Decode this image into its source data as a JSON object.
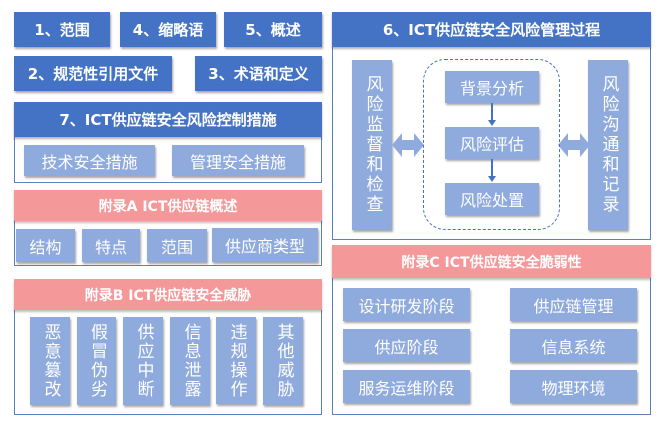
{
  "top_sections": {
    "s1": "1、范围",
    "s4": "4、缩略语",
    "s5": "5、概述",
    "s2": "2、规范性引用文件",
    "s3": "3、术语和定义"
  },
  "section7": {
    "title": "7、ICT供应链安全风险控制措施",
    "items": [
      "技术安全措施",
      "管理安全措施"
    ]
  },
  "appendixA": {
    "title": "附录A  ICT供应链概述",
    "items": [
      "结构",
      "特点",
      "范围",
      "供应商类型"
    ]
  },
  "appendixB": {
    "title": "附录B  ICT供应链安全威胁",
    "items": [
      "恶意篡改",
      "假冒伪劣",
      "供应中断",
      "信息泄露",
      "违规操作",
      "其他威胁"
    ]
  },
  "section6": {
    "title": "6、ICT供应链安全风险管理过程",
    "left": "风险监督和检查",
    "right": "风险沟通和记录",
    "process": [
      "背景分析",
      "风险评估",
      "风险处置"
    ],
    "left_arrow_icon": "double-arrow-icon",
    "right_arrow_icon": "double-arrow-icon"
  },
  "appendixC": {
    "title": "附录C  ICT供应链安全脆弱性",
    "left_items": [
      "设计研发阶段",
      "供应阶段",
      "服务运维阶段"
    ],
    "right_items": [
      "供应链管理",
      "信息系统",
      "物理环境"
    ]
  },
  "colors": {
    "primary_blue": "#4472c4",
    "light_blue": "#8faadc",
    "pink": "#f4989a"
  }
}
